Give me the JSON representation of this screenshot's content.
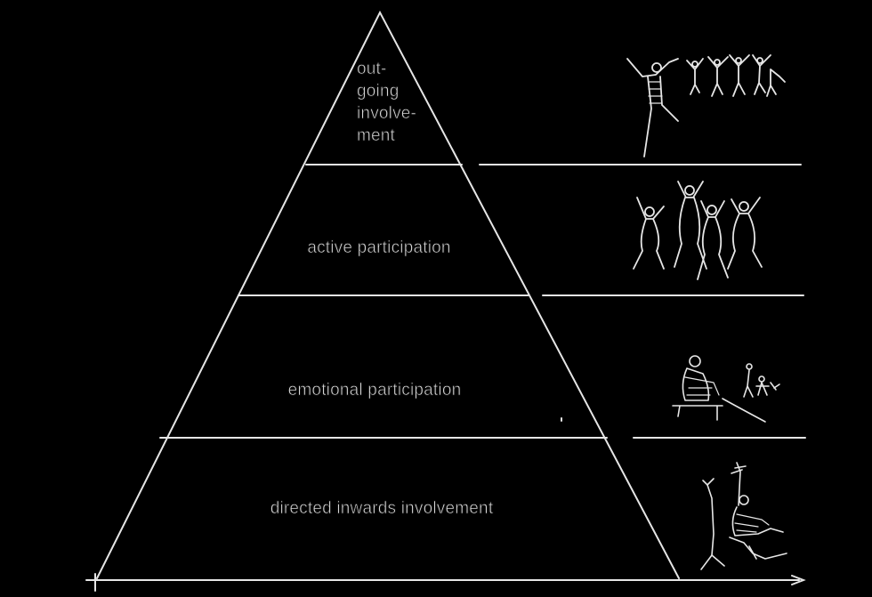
{
  "diagram": {
    "type": "pyramid",
    "colors": {
      "background": "#000000",
      "lines": "#e6e6e6",
      "text": "#d8d8d8"
    },
    "levels": [
      {
        "id": "outgoing",
        "label_lines": [
          "out-",
          "going",
          "involve-",
          "ment"
        ],
        "illustration": "leaping-figures-icon"
      },
      {
        "id": "active",
        "label": "active participation",
        "illustration": "dancing-figures-icon"
      },
      {
        "id": "emotional",
        "label": "emotional participation",
        "illustration": "seated-spectators-icon"
      },
      {
        "id": "inwards",
        "label": "directed inwards involvement",
        "illustration": "person-under-tree-icon"
      }
    ]
  }
}
